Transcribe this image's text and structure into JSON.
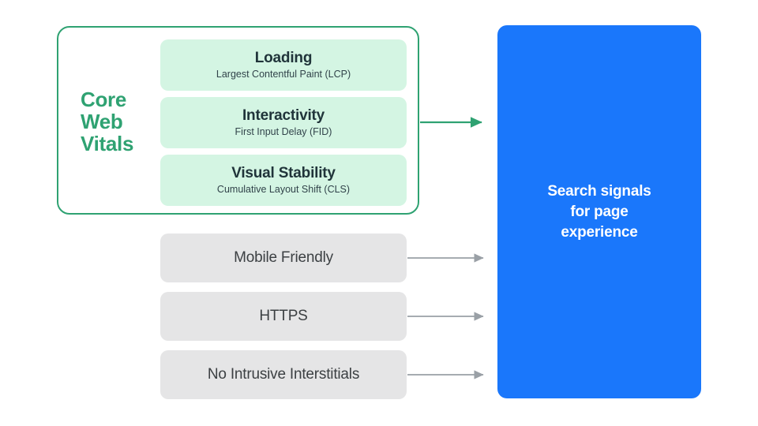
{
  "diagram": {
    "title_group": {
      "label": "Core\nWeb\nVitals",
      "line1": "Core",
      "line2": "Web",
      "line3": "Vitals",
      "outline_color": "#2fa272",
      "text_color": "#2fa272"
    },
    "core_web_vitals": [
      {
        "title": "Loading",
        "subtitle": "Largest Contentful Paint (LCP)",
        "bg_color": "#d4f5e3"
      },
      {
        "title": "Interactivity",
        "subtitle": "First Input Delay (FID)",
        "bg_color": "#d4f5e3"
      },
      {
        "title": "Visual Stability",
        "subtitle": "Cumulative Layout Shift (CLS)",
        "bg_color": "#d4f5e3"
      }
    ],
    "other_signals": [
      {
        "label": "Mobile Friendly",
        "bg_color": "#e5e5e6"
      },
      {
        "label": "HTTPS",
        "bg_color": "#e5e5e6"
      },
      {
        "label": "No Intrusive Interstitials",
        "bg_color": "#e5e5e6"
      }
    ],
    "outcome": {
      "text": "Search signals\nfor page\nexperience",
      "bg_color": "#1a77fb",
      "text_color": "#ffffff"
    },
    "connectors": [
      {
        "name": "core-web-vitals-arrow",
        "color": "#2fa272"
      },
      {
        "name": "mobile-friendly-arrow",
        "color": "#9aa0a6"
      },
      {
        "name": "https-arrow",
        "color": "#9aa0a6"
      },
      {
        "name": "no-intrusive-interstitials-arrow",
        "color": "#9aa0a6"
      }
    ]
  }
}
